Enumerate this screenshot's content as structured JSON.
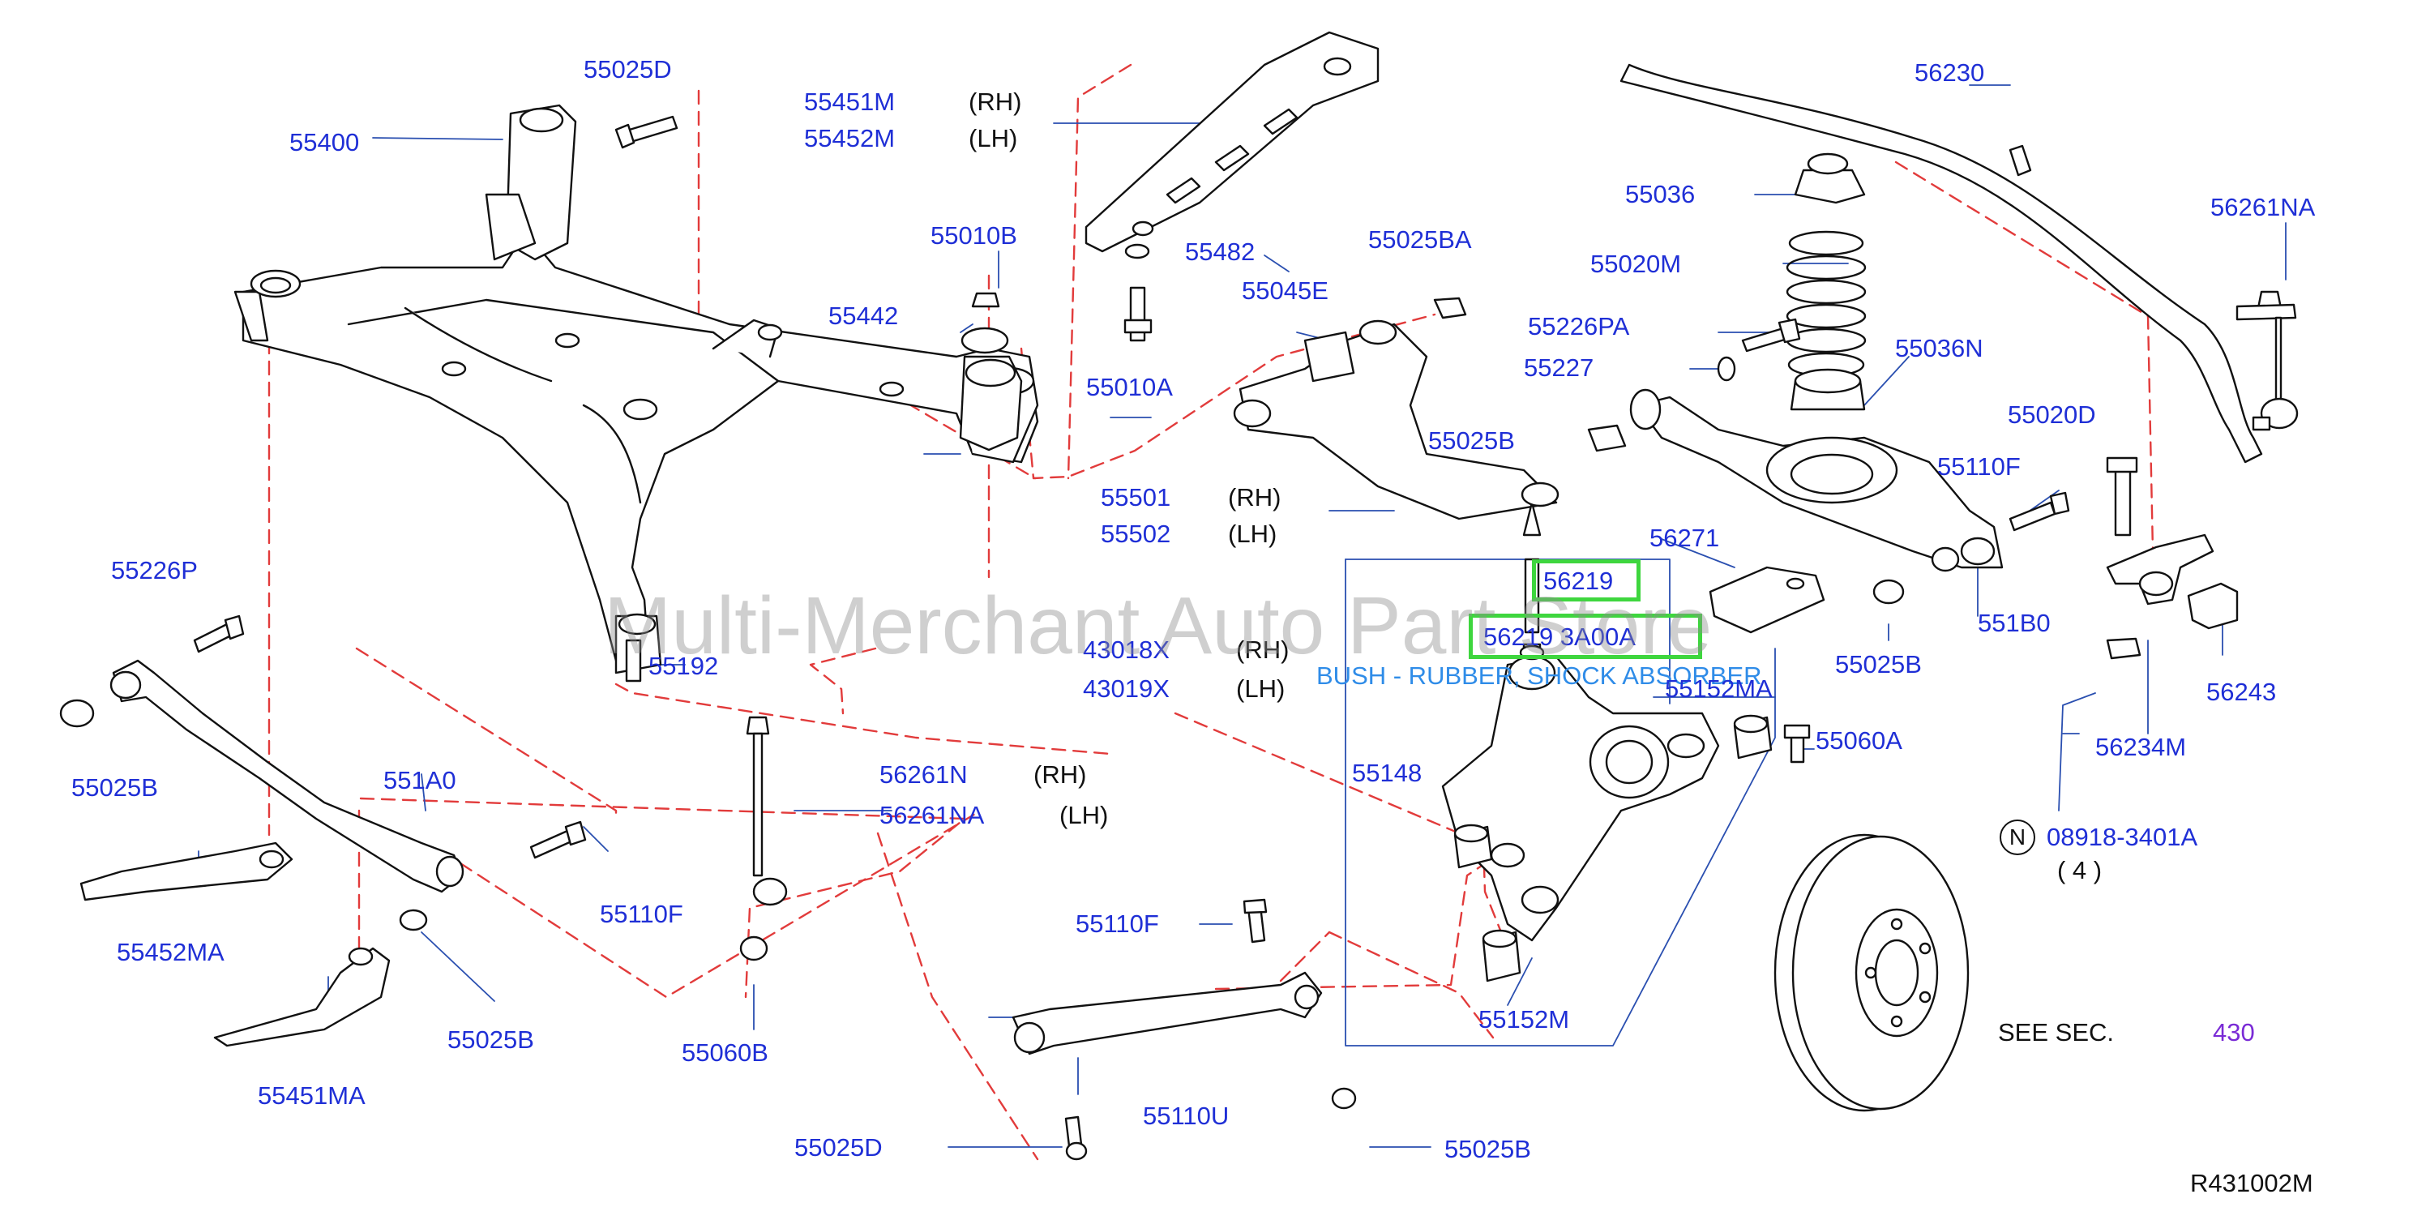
{
  "diagram": {
    "parts": {
      "p55025D_top": "55025D",
      "p55400": "55400",
      "p55451M": "55451M",
      "p55452M": "55452M",
      "p55482": "55482",
      "p55010B": "55010B",
      "p55442": "55442",
      "p55010A": "55010A",
      "p55025BA": "55025BA",
      "p55045E": "55045E",
      "p55025B_mid": "55025B",
      "p55501": "55501",
      "p55502": "55502",
      "p56230": "56230",
      "p55036": "55036",
      "p55020M": "55020M",
      "p55226PA": "55226PA",
      "p55227": "55227",
      "p55036N": "55036N",
      "p56261NA_right": "56261NA",
      "p55020D": "55020D",
      "p55110F_right": "55110F",
      "p56271": "56271",
      "p551B0": "551B0",
      "p55025B_right": "55025B",
      "p56219": "56219",
      "p56219_3A00A": "56219 3A00A",
      "p43018X": "43018X",
      "p43019X": "43019X",
      "p55152MA": "55152MA",
      "p55060A": "55060A",
      "p55148": "55148",
      "p55152M": "55152M",
      "p55226P": "55226P",
      "p55192": "55192",
      "p55025B_left": "55025B",
      "p551A0": "551A0",
      "p56261N": "56261N",
      "p56261NA_mid": "56261NA",
      "p55110F_left": "55110F",
      "p55452MA": "55452MA",
      "p55025B_lowleft": "55025B",
      "p55060B": "55060B",
      "p55451MA": "55451MA",
      "p55110F_low": "55110F",
      "p55110U": "55110U",
      "p55025D_bottom": "55025D",
      "p55025B_bottom": "55025B",
      "p56243": "56243",
      "p56234M": "56234M",
      "p08918": "08918-3401A"
    },
    "sides": {
      "rh1": "(RH)",
      "lh1": "(LH)",
      "rh2": "(RH)",
      "lh2": "(LH)",
      "rh3": "(RH)",
      "lh3": "(LH)",
      "rh4": "(RH)",
      "lh4": "(LH)"
    },
    "description": "BUSH - RUBBER, SHOCK ABSORBER",
    "watermark": "Multi-Merchant Auto Part Store",
    "note_symbol": "N",
    "note_qty": "( 4 )",
    "see_sec": {
      "label": "SEE   SEC.",
      "section": "430"
    },
    "figure_id": "R431002M",
    "highlight_color": "#3ed63e",
    "label_color": "#1f2fd6",
    "link_color": "#7a2bd6"
  }
}
